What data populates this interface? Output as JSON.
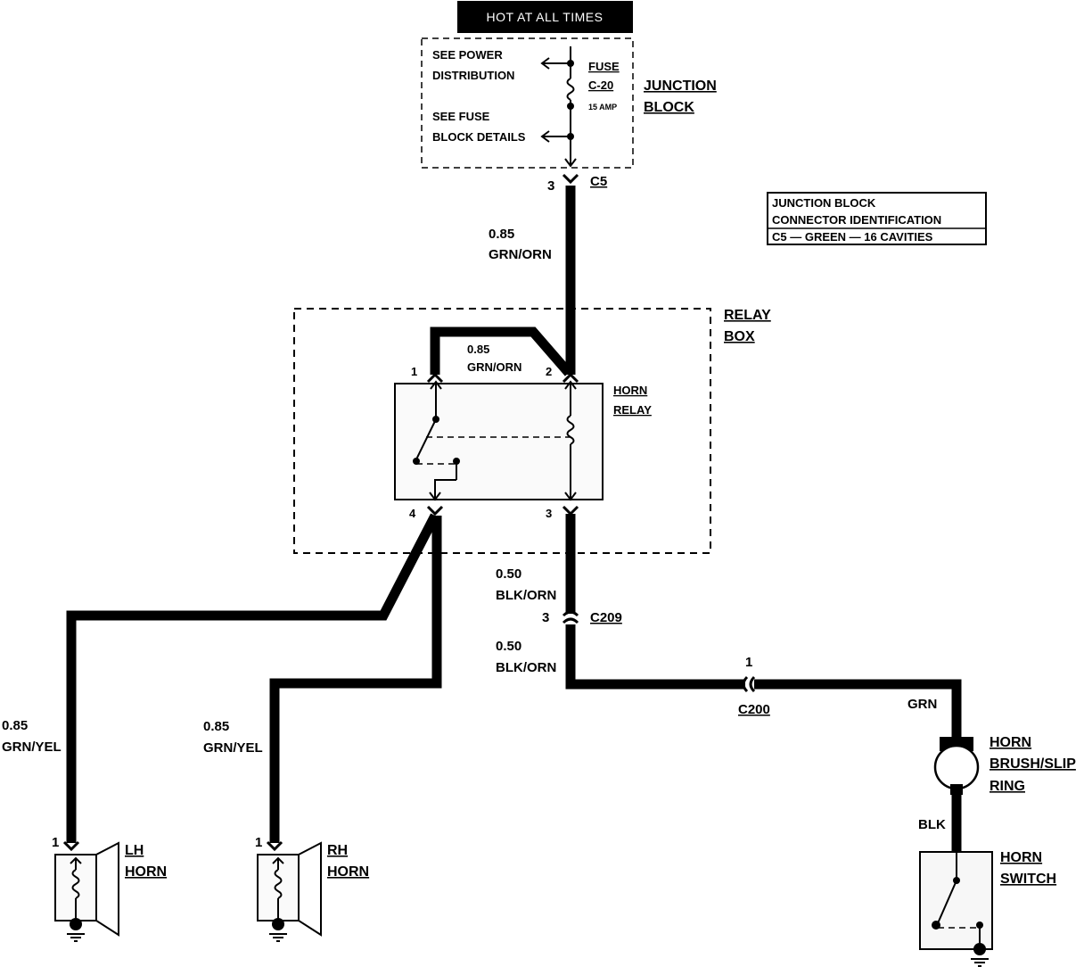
{
  "header": {
    "hot_label": "HOT AT ALL TIMES"
  },
  "junction_block": {
    "see_power_1": "SEE POWER",
    "see_power_2": "DISTRIBUTION",
    "see_fuse_1": "SEE FUSE",
    "see_fuse_2": "BLOCK DETAILS",
    "fuse_label": "FUSE",
    "fuse_id": "C-20",
    "fuse_amp": "15 AMP",
    "name_1": "JUNCTION",
    "name_2": "BLOCK",
    "pin": "3",
    "connector": "C5"
  },
  "connector_id_box": {
    "line1": "JUNCTION BLOCK",
    "line2": "CONNECTOR IDENTIFICATION",
    "line3": "C5 — GREEN — 16 CAVITIES"
  },
  "wire_feed": {
    "gauge": "0.85",
    "color": "GRN/ORN"
  },
  "relay_box": {
    "name_1": "RELAY",
    "name_2": "BOX",
    "inner_gauge": "0.85",
    "inner_color": "GRN/ORN",
    "pin1": "1",
    "pin2": "2",
    "pin3": "3",
    "pin4": "4",
    "relay_1": "HORN",
    "relay_2": "RELAY"
  },
  "wire_to_c209": {
    "gauge": "0.50",
    "color": "BLK/ORN"
  },
  "c209": {
    "pin": "3",
    "connector": "C209"
  },
  "wire_from_c209": {
    "gauge": "0.50",
    "color": "BLK/ORN"
  },
  "c200": {
    "pin": "1",
    "connector": "C200"
  },
  "horn_circuit": {
    "wire_grn": "GRN",
    "wire_blk": "BLK",
    "brush_1": "HORN",
    "brush_2": "BRUSH/SLIP",
    "brush_3": "RING",
    "switch_1": "HORN",
    "switch_2": "SWITCH"
  },
  "lh_wire": {
    "gauge": "0.85",
    "color": "GRN/YEL"
  },
  "rh_wire": {
    "gauge": "0.85",
    "color": "GRN/YEL"
  },
  "lh_horn": {
    "pin": "1",
    "name_1": "LH",
    "name_2": "HORN"
  },
  "rh_horn": {
    "pin": "1",
    "name_1": "RH",
    "name_2": "HORN"
  }
}
